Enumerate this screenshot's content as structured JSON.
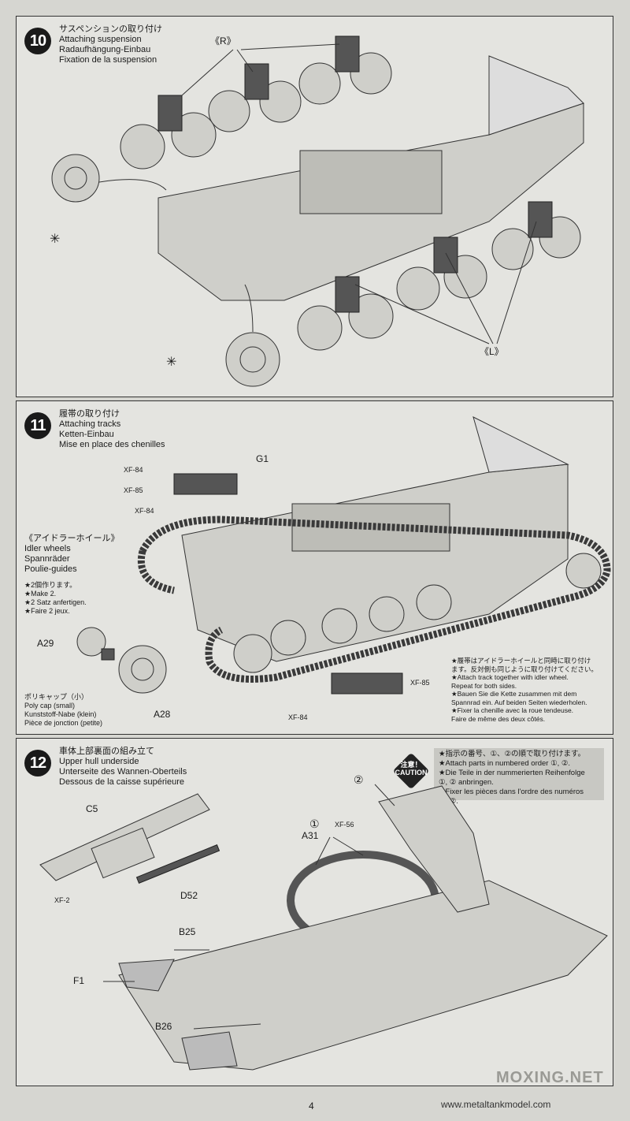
{
  "step10": {
    "number": "10",
    "title_jp": "サスペンションの取り付け",
    "title_en": "Attaching suspension",
    "title_de": "Radaufhängung-Einbau",
    "title_fr": "Fixation de la suspension",
    "label_r": "《R》",
    "label_l": "《L》"
  },
  "step11": {
    "number": "11",
    "title_jp": "履帯の取り付け",
    "title_en": "Attaching tracks",
    "title_de": "Ketten-Einbau",
    "title_fr": "Mise en place des chenilles",
    "label_g1": "G1",
    "xf84_a": "XF-84",
    "xf85_a": "XF-85",
    "xf84_b": "XF-84",
    "idler_jp": "《アイドラーホイール》",
    "idler_en": "Idler wheels",
    "idler_de": "Spannräder",
    "idler_fr": "Poulie-guides",
    "make_jp": "★2個作ります。",
    "make_en": "★Make 2.",
    "make_de": "★2 Satz anfertigen.",
    "make_fr": "★Faire 2 jeux.",
    "label_a29": "A29",
    "label_a28": "A28",
    "polycap_jp": "ポリキャップ（小）",
    "polycap_en": "Poly cap (small)",
    "polycap_de": "Kunststoff-Nabe (klein)",
    "polycap_fr": "Pièce de jonction (petite)",
    "note_jp1": "★履帯はアイドラーホイールと同時に取り付け",
    "note_jp2": "ます。反対側も同じように取り付けてください。",
    "note_en1": "★Attach track together with idler wheel.",
    "note_en2": "Repeat for both sides.",
    "note_de1": "★Bauen Sie die Kette zusammen mit dem",
    "note_de2": "Spannrad ein. Auf beiden Seiten wiederholen.",
    "note_fr1": "★Fixer la chenille avec la roue tendeuse.",
    "note_fr2": "Faire de même des deux côtés.",
    "xf85_b": "XF-85",
    "xf84_c": "XF-84"
  },
  "step12": {
    "number": "12",
    "title_jp": "車体上部裏面の組み立て",
    "title_en": "Upper hull underside",
    "title_de": "Unterseite des Wannen-Oberteils",
    "title_fr": "Dessous de la caisse supérieure",
    "caution": "注意！CAUTION",
    "note_jp": "★指示の番号、①、②の順で取り付けます。",
    "note_en": "★Attach parts in numbered order ①, ②.",
    "note_de1": "★Die Teile in der nummerierten Reihenfolge",
    "note_de2": "①, ② anbringen.",
    "note_fr1": "★Fixer les pièces dans l'ordre des numéros",
    "note_fr2": "①, ②.",
    "label_c5": "C5",
    "label_xf2": "XF-2",
    "label_d52": "D52",
    "label_a31": "A31",
    "label_xf56": "XF-56",
    "order1": "①",
    "order2": "②",
    "label_b25": "B25",
    "label_f1": "F1",
    "label_b26": "B26"
  },
  "footer": {
    "page": "4",
    "watermark": "MOXING.NET",
    "url": "www.metaltankmodel.com"
  }
}
